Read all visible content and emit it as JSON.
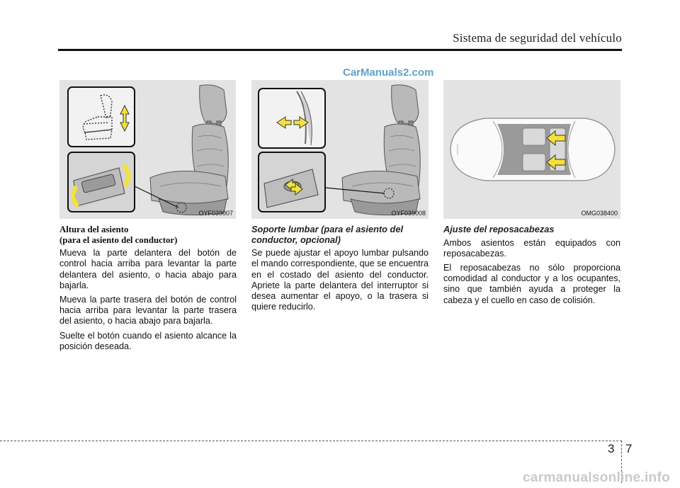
{
  "header": {
    "title": "Sistema de seguridad del vehículo"
  },
  "watermark_top": "CarManuals2.com",
  "figures": [
    {
      "code": "OYF039007",
      "icon": "seat-height-adjust-icon"
    },
    {
      "code": "OYF039008",
      "icon": "lumbar-support-icon"
    },
    {
      "code": "OMG038400",
      "icon": "car-top-view-headrest-icon"
    }
  ],
  "col1": {
    "heading_line1": "Altura del asiento",
    "heading_line2": "(para el asiento del conductor)",
    "p1": "Mueva la parte delantera del botón de control hacia arriba para levantar la parte delantera del asiento, o hacia abajo para bajarla.",
    "p2": "Mueva la parte trasera del botón de control hacia arriba para levantar la parte trasera del asiento, o hacia abajo para bajarla.",
    "p3": "Suelte el botón cuando el asiento alcance la posición deseada."
  },
  "col2": {
    "heading": "Soporte lumbar (para el asiento del conductor, opcional)",
    "p1": "Se puede ajustar el apoyo lumbar pulsando el mando correspondiente, que se encuentra en el costado del asiento del conductor. Apriete la parte delantera del interruptor si desea aumentar el apoyo, o la trasera si quiere reducirlo."
  },
  "col3": {
    "heading": "Ajuste del reposacabezas",
    "p1": "Ambos asientos están equipados con reposacabezas.",
    "p2": "El reposacabezas no sólo proporciona comodidad al conductor y a los ocupantes, sino que también ayuda a proteger la cabeza y el cuello en caso de colisión."
  },
  "page": {
    "chapter": "3",
    "number": "7"
  },
  "watermark_bottom": "carmanualsonline.info",
  "colors": {
    "arrow": "#f4e23a",
    "figure_bg": "#e3e3e3"
  }
}
